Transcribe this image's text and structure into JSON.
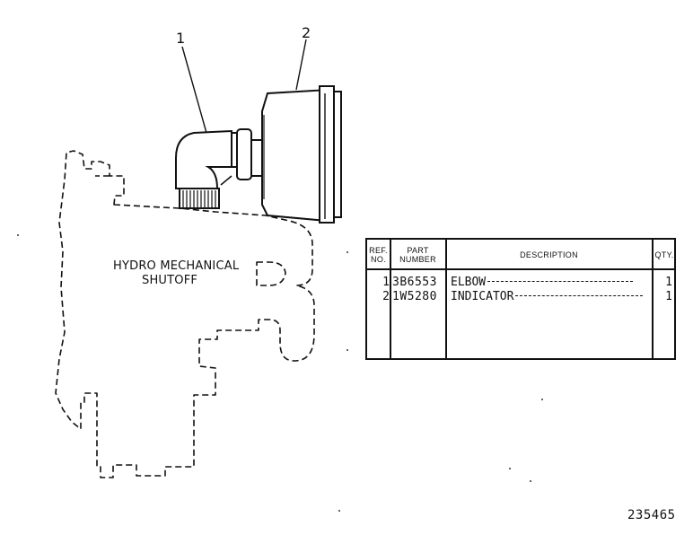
{
  "callouts": {
    "one": "1",
    "two": "2"
  },
  "component_label": {
    "line1": "HYDRO MECHANICAL",
    "line2": "SHUTOFF"
  },
  "parts_table": {
    "headers": {
      "ref_line1": "REF.",
      "ref_line2": "NO.",
      "part_line1": "PART",
      "part_line2": "NUMBER",
      "description": "DESCRIPTION",
      "qty": "QTY."
    },
    "rows": [
      {
        "ref": "1",
        "part_number": "3B6553",
        "description": "ELBOW",
        "qty": "1"
      },
      {
        "ref": "2",
        "part_number": "1W5280",
        "description": "INDICATOR",
        "qty": "1"
      }
    ]
  },
  "figure_number": "235465"
}
